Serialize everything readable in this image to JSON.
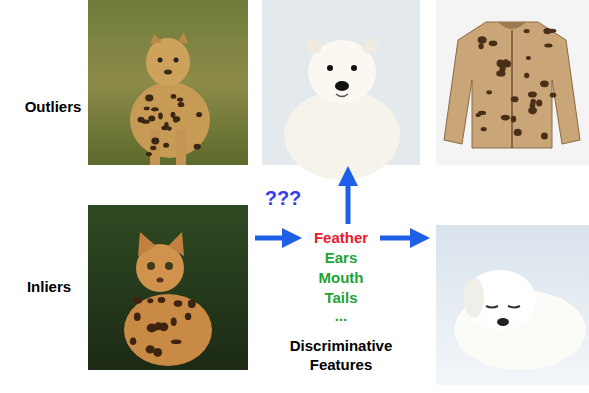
{
  "diagram": {
    "labels": [
      "Outliers",
      "Inliers",
      "???",
      "Feather",
      "Ears",
      "Mouth",
      "Tails",
      "...",
      "Discriminative Features"
    ]
  }
}
